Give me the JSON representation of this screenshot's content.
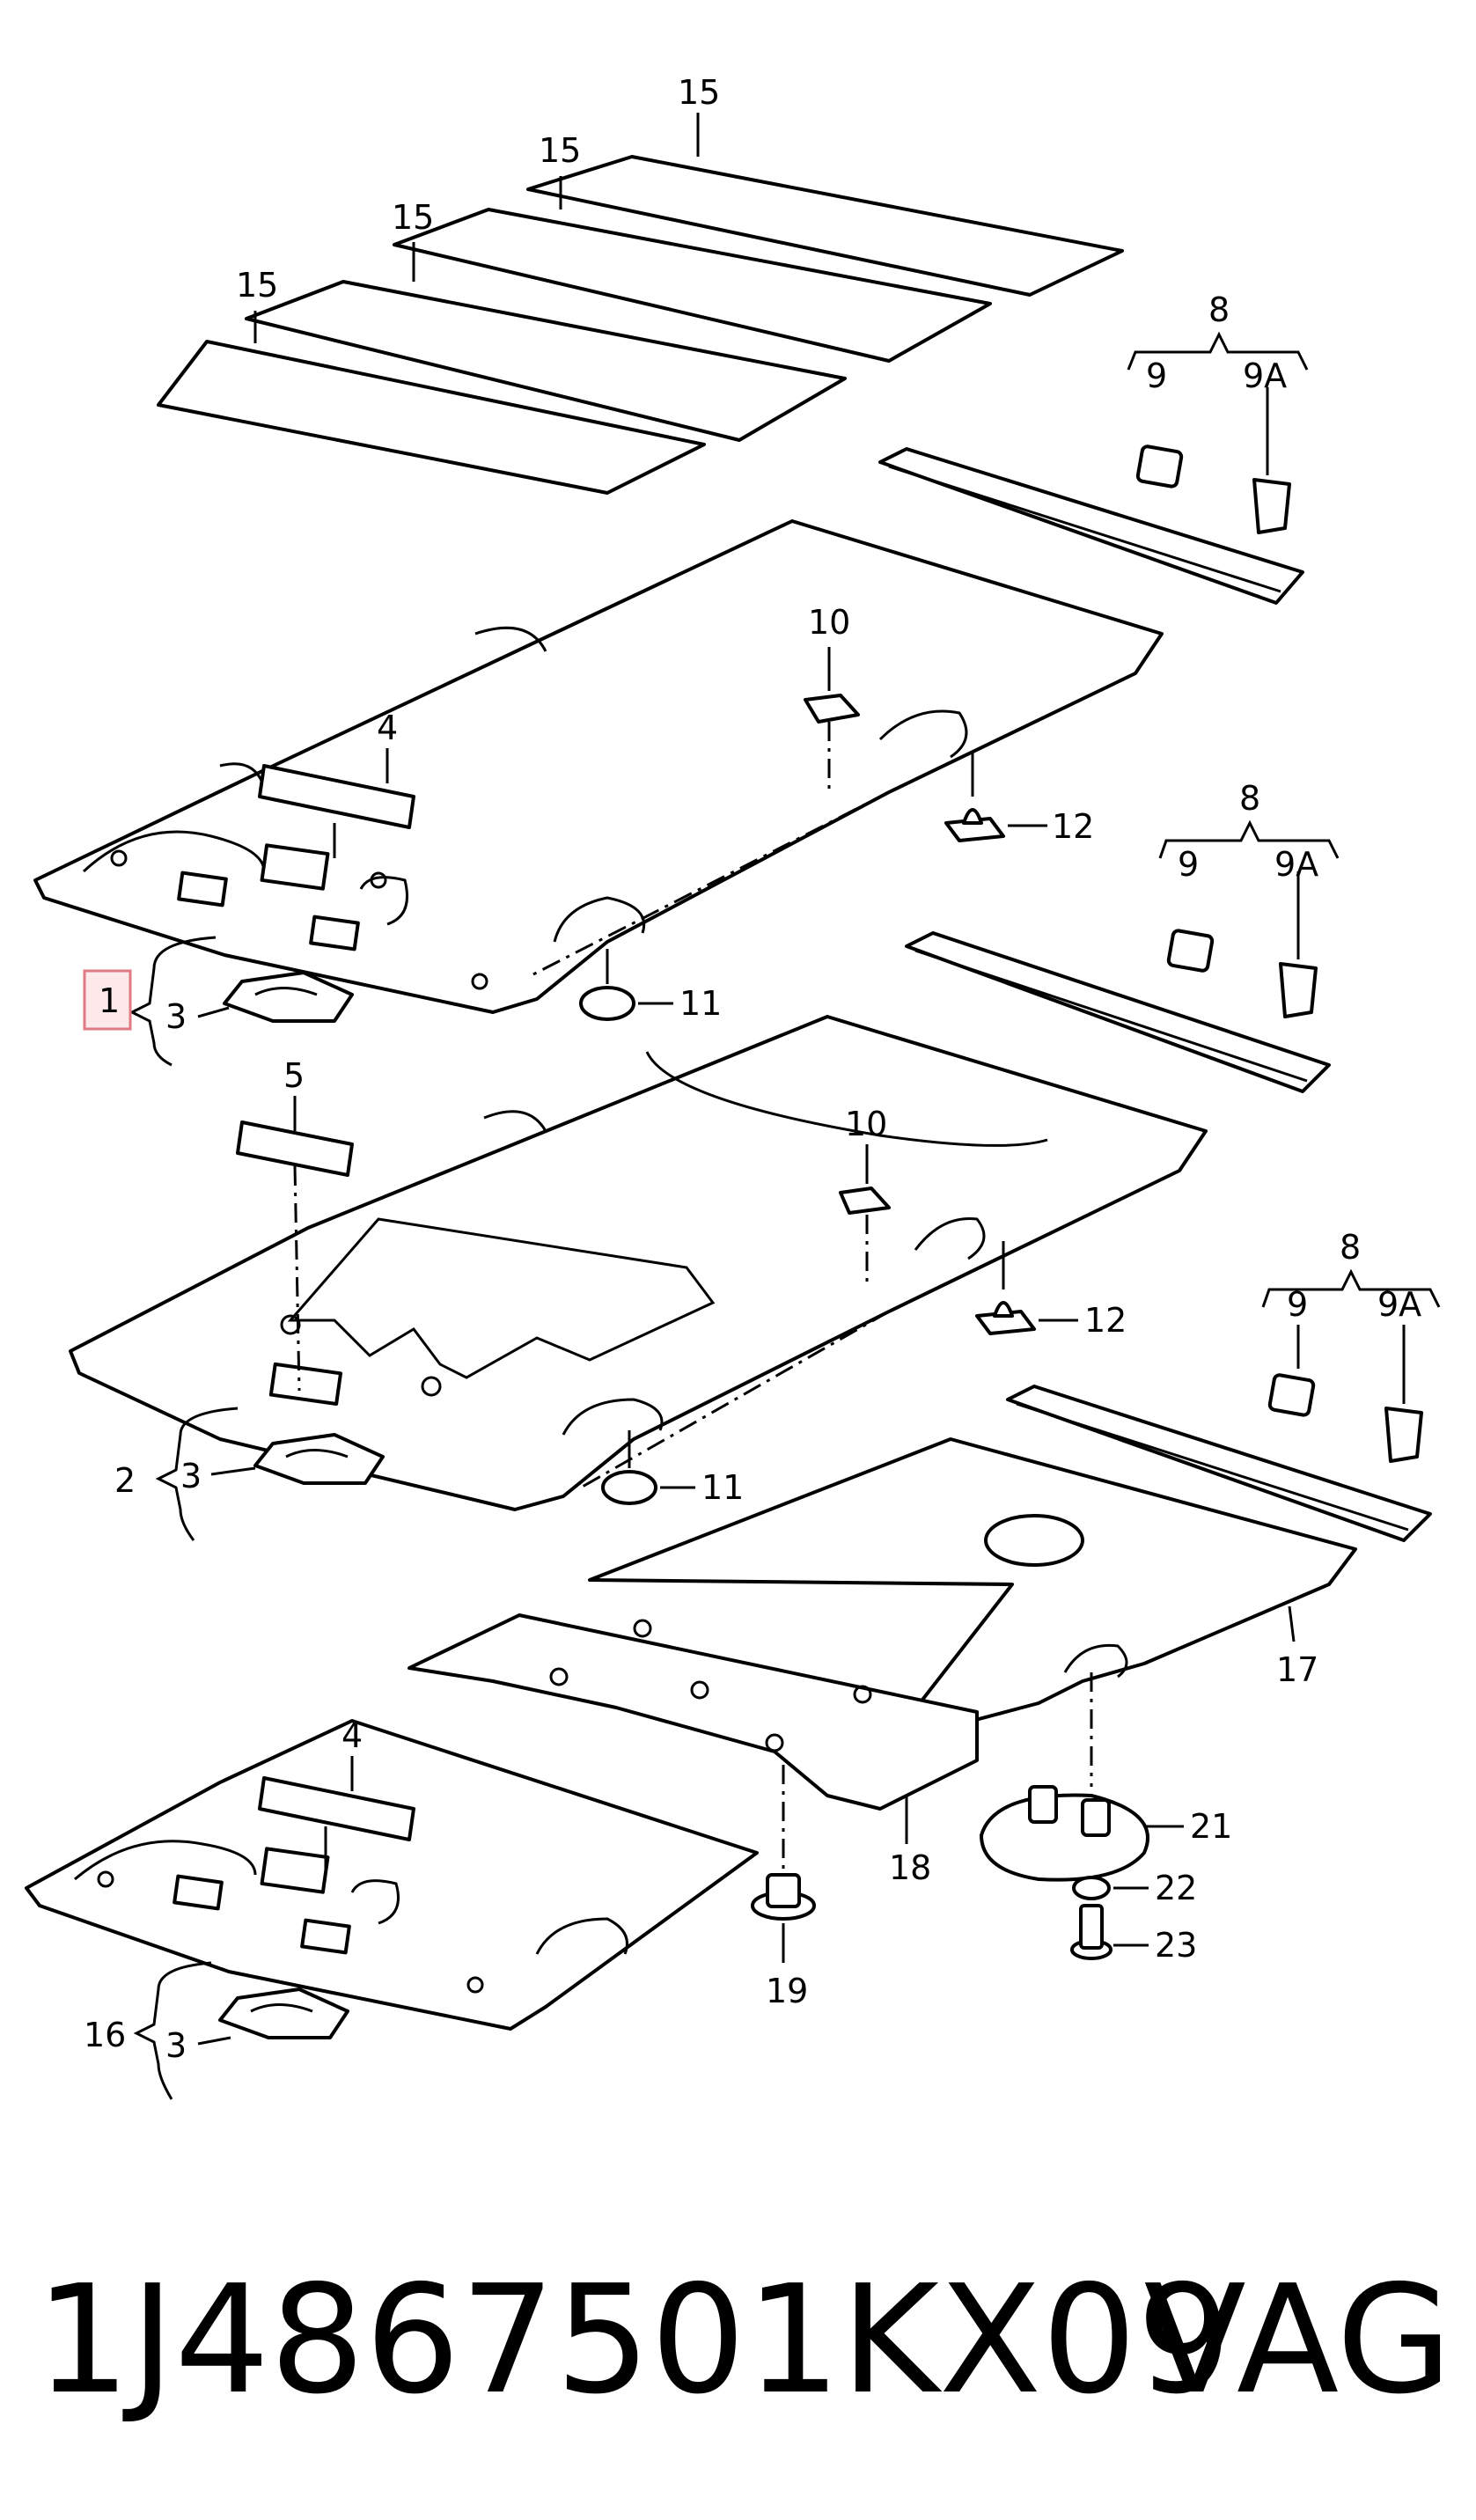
{
  "callouts": {
    "c1": "1",
    "c2": "2",
    "c3a": "3",
    "c3b": "3",
    "c3c": "3",
    "c4a": "4",
    "c4b": "4",
    "c5": "5",
    "c8a": "8",
    "c8b": "8",
    "c8c": "8",
    "c9a": "9",
    "c9b": "9",
    "c9c": "9",
    "c9Aa": "9A",
    "c9Ab": "9A",
    "c9Ac": "9A",
    "c10a": "10",
    "c10b": "10",
    "c11a": "11",
    "c11b": "11",
    "c12a": "12",
    "c12b": "12",
    "c15a": "15",
    "c15b": "15",
    "c15c": "15",
    "c15d": "15",
    "c16": "16",
    "c17": "17",
    "c18": "18",
    "c19": "19",
    "c21": "21",
    "c22": "22",
    "c23": "23"
  },
  "footer": {
    "part_number": "1J4867501KX09",
    "brand": "VAG"
  },
  "highlight_color": "#e07a85"
}
